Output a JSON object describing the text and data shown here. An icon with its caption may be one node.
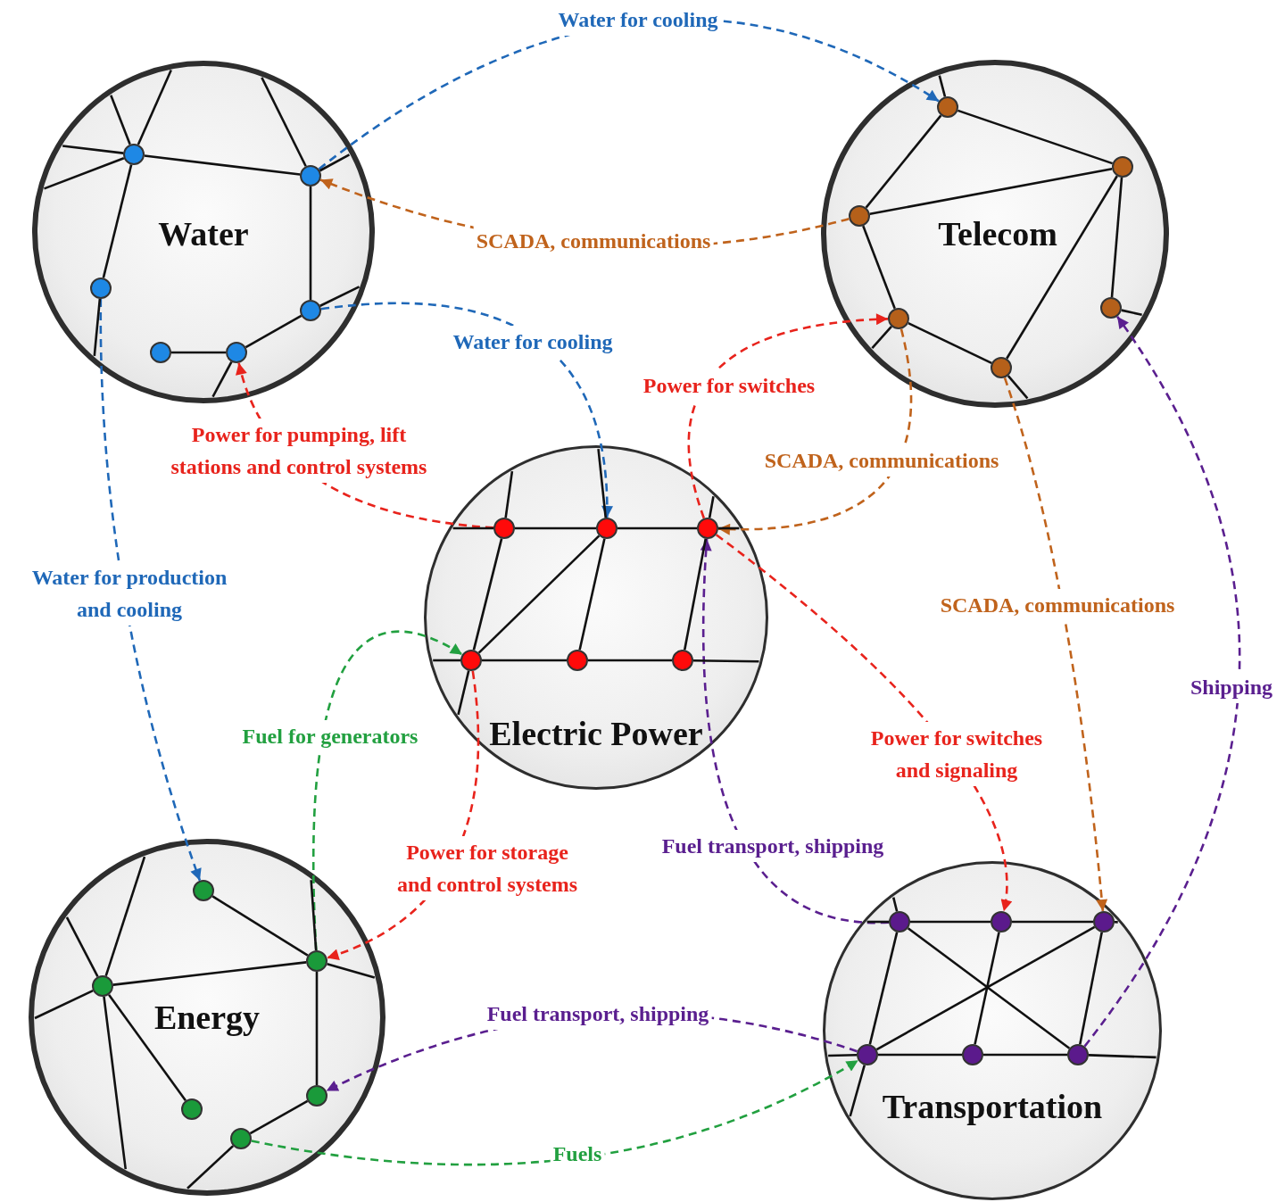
{
  "diagram": {
    "nodes": [
      {
        "text": [
          "Water"
        ]
      },
      {
        "text": [],
        "shape": "circle",
        "in": 0
      },
      {
        "text": [],
        "shape": "circle",
        "in": 0
      },
      {
        "text": [],
        "shape": "circle",
        "in": 0
      },
      {
        "text": [],
        "shape": "circle",
        "in": 0
      },
      {
        "text": [],
        "shape": "circle",
        "in": 0
      },
      {
        "text": [],
        "shape": "circle",
        "in": 0
      },
      {
        "text": [
          "Telecom"
        ]
      },
      {
        "text": [],
        "shape": "circle",
        "in": 7
      },
      {
        "text": [],
        "shape": "circle",
        "in": 7
      },
      {
        "text": [],
        "shape": "circle",
        "in": 7
      },
      {
        "text": [],
        "shape": "circle",
        "in": 7
      },
      {
        "text": [],
        "shape": "circle",
        "in": 7
      },
      {
        "text": [],
        "shape": "circle",
        "in": 7
      },
      {
        "text": [
          "Electric Power"
        ]
      },
      {
        "text": [],
        "shape": "circle",
        "in": 14
      },
      {
        "text": [],
        "shape": "circle",
        "in": 14
      },
      {
        "text": [],
        "shape": "circle",
        "in": 14
      },
      {
        "text": [],
        "shape": "circle",
        "in": 14
      },
      {
        "text": [],
        "shape": "circle",
        "in": 14
      },
      {
        "text": [],
        "shape": "circle",
        "in": 14
      },
      {
        "text": [
          "Energy"
        ]
      },
      {
        "text": [],
        "shape": "circle",
        "in": 21
      },
      {
        "text": [],
        "shape": "circle",
        "in": 21
      },
      {
        "text": [],
        "shape": "circle",
        "in": 21
      },
      {
        "text": [],
        "shape": "circle",
        "in": 21
      },
      {
        "text": [],
        "shape": "circle",
        "in": 21
      },
      {
        "text": [],
        "shape": "circle",
        "in": 21
      },
      {
        "text": [
          "Transportation"
        ]
      },
      {
        "text": [],
        "shape": "circle",
        "in": 28
      },
      {
        "text": [],
        "shape": "circle",
        "in": 28
      },
      {
        "text": [],
        "shape": "circle",
        "in": 28
      },
      {
        "text": [],
        "shape": "circle",
        "in": 28
      },
      {
        "text": [],
        "shape": "circle",
        "in": 28
      },
      {
        "text": [],
        "shape": "circle",
        "in": 28
      }
    ],
    "edges": [
      {
        "from": 2,
        "to": 8,
        "arrow": "to",
        "label": "Water for cooling",
        "style": "dashed",
        "color": "#1f68b8"
      },
      {
        "from": 10,
        "to": 2,
        "arrow": "to",
        "label": "SCADA, communications",
        "style": "dashed",
        "color": "#c0631c"
      },
      {
        "from": 4,
        "to": 16,
        "arrow": "to",
        "label": "Water for cooling",
        "style": "dashed",
        "color": "#1f68b8"
      },
      {
        "from": 15,
        "to": 6,
        "arrow": "to",
        "label": "Power for pumping, lift stations and control systems",
        "style": "dashed",
        "color": "#e8231c"
      },
      {
        "from": 3,
        "to": 22,
        "arrow": "to",
        "label": "Water for production and cooling",
        "style": "dashed",
        "color": "#1f68b8"
      },
      {
        "from": 17,
        "to": 12,
        "arrow": "to",
        "label": "Power for switches",
        "style": "dashed",
        "color": "#e8231c"
      },
      {
        "from": 12,
        "to": 17,
        "arrow": "to",
        "label": "SCADA, communications",
        "style": "dashed",
        "color": "#c0631c"
      },
      {
        "from": 13,
        "to": 31,
        "arrow": "to",
        "label": "SCADA, communications",
        "style": "dashed",
        "color": "#c0631c"
      },
      {
        "from": 17,
        "to": 30,
        "arrow": "to",
        "label": "Power for switches and signaling",
        "style": "dashed",
        "color": "#e8231c"
      },
      {
        "from": 34,
        "to": 11,
        "arrow": "to",
        "label": "Shipping",
        "style": "dashed",
        "color": "#5a1f8f"
      },
      {
        "from": 29,
        "to": 17,
        "arrow": "to",
        "label": "Fuel transport, shipping",
        "style": "dashed",
        "color": "#5a1f8f"
      },
      {
        "from": 23,
        "to": 18,
        "arrow": "to",
        "label": "Fuel for generators",
        "style": "dashed",
        "color": "#22a040"
      },
      {
        "from": 18,
        "to": 23,
        "arrow": "to",
        "label": "Power for storage and control systems",
        "style": "dashed",
        "color": "#e8231c"
      },
      {
        "from": 32,
        "to": 25,
        "arrow": "to",
        "label": "Fuel transport, shipping",
        "style": "dashed",
        "color": "#5a1f8f"
      },
      {
        "from": 27,
        "to": 32,
        "arrow": "to",
        "label": "Fuels",
        "style": "dashed",
        "color": "#22a040"
      },
      {
        "from": 1,
        "to": null,
        "arrow": "none"
      },
      {
        "from": 1,
        "to": null,
        "arrow": "none"
      },
      {
        "from": 1,
        "to": null,
        "arrow": "none"
      },
      {
        "from": 1,
        "to": null,
        "arrow": "none"
      },
      {
        "from": 1,
        "to": 2,
        "arrow": "none"
      },
      {
        "from": 1,
        "to": 3,
        "arrow": "none"
      },
      {
        "from": 3,
        "to": null,
        "arrow": "none"
      },
      {
        "from": 2,
        "to": null,
        "arrow": "none"
      },
      {
        "from": 2,
        "to": null,
        "arrow": "none"
      },
      {
        "from": 2,
        "to": 4,
        "arrow": "none"
      },
      {
        "from": 4,
        "to": null,
        "arrow": "none"
      },
      {
        "from": 4,
        "to": 6,
        "arrow": "none"
      },
      {
        "from": 5,
        "to": 6,
        "arrow": "none"
      },
      {
        "from": 6,
        "to": null,
        "arrow": "none"
      },
      {
        "from": 8,
        "to": null,
        "arrow": "none"
      },
      {
        "from": 8,
        "to": 9,
        "arrow": "none"
      },
      {
        "from": 8,
        "to": 10,
        "arrow": "none"
      },
      {
        "from": 10,
        "to": 9,
        "arrow": "none"
      },
      {
        "from": 9,
        "to": 11,
        "arrow": "none"
      },
      {
        "from": 9,
        "to": 13,
        "arrow": "none"
      },
      {
        "from": 10,
        "to": 12,
        "arrow": "none"
      },
      {
        "from": 12,
        "to": 13,
        "arrow": "none"
      },
      {
        "from": 12,
        "to": null,
        "arrow": "none"
      },
      {
        "from": 13,
        "to": null,
        "arrow": "none"
      },
      {
        "from": 11,
        "to": null,
        "arrow": "none"
      },
      {
        "from": 15,
        "to": null,
        "arrow": "none"
      },
      {
        "from": 15,
        "to": 16,
        "arrow": "none"
      },
      {
        "from": 16,
        "to": 17,
        "arrow": "none"
      },
      {
        "from": 17,
        "to": null,
        "arrow": "none"
      },
      {
        "from": 18,
        "to": null,
        "arrow": "none"
      },
      {
        "from": 18,
        "to": 19,
        "arrow": "none"
      },
      {
        "from": 19,
        "to": 20,
        "arrow": "none"
      },
      {
        "from": 20,
        "to": null,
        "arrow": "none"
      },
      {
        "from": 15,
        "to": 18,
        "arrow": "none"
      },
      {
        "from": 15,
        "to": null,
        "arrow": "none"
      },
      {
        "from": 16,
        "to": 18,
        "arrow": "none"
      },
      {
        "from": 16,
        "to": 19,
        "arrow": "none"
      },
      {
        "from": 16,
        "to": null,
        "arrow": "none"
      },
      {
        "from": 17,
        "to": 20,
        "arrow": "none"
      },
      {
        "from": 17,
        "to": null,
        "arrow": "none"
      },
      {
        "from": 18,
        "to": null,
        "arrow": "none"
      },
      {
        "from": 22,
        "to": 23,
        "arrow": "none"
      },
      {
        "from": 24,
        "to": 23,
        "arrow": "none"
      },
      {
        "from": 24,
        "to": null,
        "arrow": "none"
      },
      {
        "from": 24,
        "to": null,
        "arrow": "none"
      },
      {
        "from": 24,
        "to": null,
        "arrow": "none"
      },
      {
        "from": 24,
        "to": 26,
        "arrow": "none"
      },
      {
        "from": 24,
        "to": null,
        "arrow": "none"
      },
      {
        "from": 23,
        "to": null,
        "arrow": "none"
      },
      {
        "from": 23,
        "to": null,
        "arrow": "none"
      },
      {
        "from": 23,
        "to": 25,
        "arrow": "none"
      },
      {
        "from": 25,
        "to": 27,
        "arrow": "none"
      },
      {
        "from": 27,
        "to": null,
        "arrow": "none"
      },
      {
        "from": 29,
        "to": null,
        "arrow": "none"
      },
      {
        "from": 29,
        "to": 30,
        "arrow": "none"
      },
      {
        "from": 30,
        "to": 31,
        "arrow": "none"
      },
      {
        "from": 31,
        "to": null,
        "arrow": "none"
      },
      {
        "from": 32,
        "to": null,
        "arrow": "none"
      },
      {
        "from": 32,
        "to": 33,
        "arrow": "none"
      },
      {
        "from": 33,
        "to": 34,
        "arrow": "none"
      },
      {
        "from": 34,
        "to": null,
        "arrow": "none"
      },
      {
        "from": 29,
        "to": 34,
        "arrow": "none"
      },
      {
        "from": 31,
        "to": 32,
        "arrow": "none"
      },
      {
        "from": 29,
        "to": 32,
        "arrow": "none"
      },
      {
        "from": 30,
        "to": 33,
        "arrow": "none"
      },
      {
        "from": 31,
        "to": 34,
        "arrow": "none"
      },
      {
        "from": 29,
        "to": null,
        "arrow": "none"
      },
      {
        "from": 32,
        "to": null,
        "arrow": "none"
      }
    ]
  }
}
